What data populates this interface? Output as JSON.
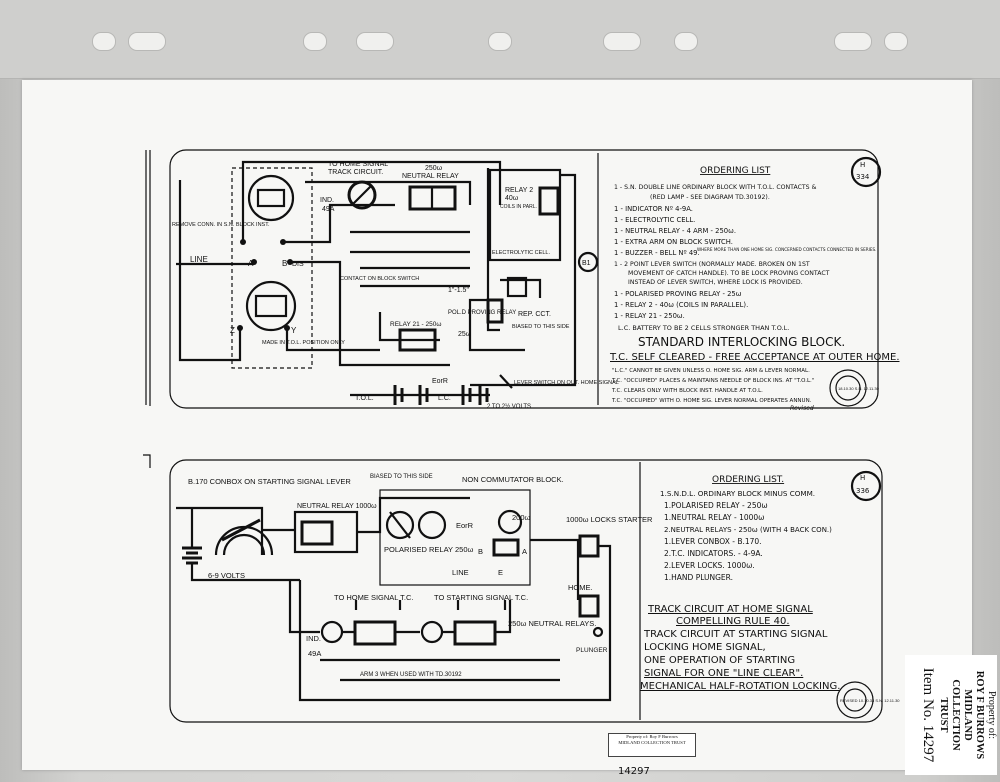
{
  "diagram1": {
    "sheet_no_prefix": "H",
    "sheet_no": "334",
    "ordering_title": "ORDERING LIST",
    "ordering_items": [
      "1 - S.N. DOUBLE LINE ORDINARY BLOCK WITH T.O.L. CONTACTS &",
      "(RED LAMP - SEE DIAGRAM TD.30192).",
      "1 - INDICATOR Nº 4-9A.",
      "1 - ELECTROLYTIC CELL.",
      "1 - NEUTRAL RELAY - 4 ARM - 250ω.",
      "1 - EXTRA ARM ON BLOCK SWITCH.",
      "1 - BUZZER - BELL Nº 49.",
      "1 - 2 POINT LEVER SWITCH (NORMALLY MADE. BROKEN ON 1ST",
      "MOVEMENT OF CATCH HANDLE). TO BE LOCK PROVING CONTACT",
      "INSTEAD OF LEVER SWITCH, WHERE LOCK IS PROVIDED.",
      "1 - POLARISED PROVING RELAY - 25ω",
      "1 - RELAY 2 - 40ω (COILS IN PARALLEL).",
      "1 - RELAY 21 - 250ω.",
      "L.C. BATTERY TO BE 2 CELLS STRONGER THAN T.O.L."
    ],
    "buzzer_note": "WHERE MORE THAN ONE HOME SIG. CONCERNED CONTACTS CONNECTED IN SERIES.",
    "main_title": "STANDARD INTERLOCKING BLOCK.",
    "subtitle": "T.C. SELF CLEARED - FREE ACCEPTANCE AT OUTER HOME.",
    "notes": [
      "\"L.C.\" CANNOT BE GIVEN UNLESS O. HOME SIG. ARM & LEVER NORMAL.",
      "T.C. \"OCCUPIED\" PLACES & MAINTAINS NEEDLE OF BLOCK INS. AT \"T.O.L.\"",
      "T.C. CLEARS ONLY WITH BLOCK INST. HANDLE AT T.O.L.",
      "T.C. \"OCCUPIED\" WITH O. HOME SIG. LEVER NORMAL OPERATES ANNUN."
    ],
    "revised": "Revised",
    "labels": {
      "to_home": "TO HOME SIGNAL",
      "track_circuit": "TRACK CIRCUIT.",
      "neutral_relay": "NEUTRAL RELAY",
      "neutral_ohms": "250ω",
      "relay2": "RELAY 2",
      "relay2_ohms": "40ω",
      "coils": "COILS IN PARL.",
      "electrolytic": "ELECTROLYTIC CELL.",
      "remove_conn": "REMOVE CONN. IN S.N. BLOCK INST.",
      "line": "LINE",
      "a": "A",
      "b": "B",
      "dis": "DIS",
      "ind": "IND.",
      "ind_no": "49A",
      "contact": "CONTACT ON BLOCK SWITCH",
      "volts": "1\"-1.5\"",
      "pol_proving": "POL.D PROVING RELAY",
      "pol_ohms": "25ω",
      "rep_cct": "REP. CCT.",
      "biased": "BIASED TO THIS SIDE",
      "relay21": "RELAY 21 - 250ω",
      "made_in": "MADE IN T.O.L. POSITION ONLY",
      "z": "Z",
      "y": "Y",
      "b1": "B1",
      "eorr": "EorR",
      "lc": "L.C.",
      "tol": "T.O.L.",
      "lever_switch": "LEVER SWITCH ON OUT. HOME SIGNAL",
      "volts2": "2 TO 2½ VOLTS",
      "stamp": "18.10.30 S.N. 12.11.30"
    }
  },
  "diagram2": {
    "sheet_no_prefix": "H",
    "sheet_no": "336",
    "ordering_title": "ORDERING LIST.",
    "ordering_items": [
      "1.S.N.D.L. ORDINARY BLOCK MINUS COMM.",
      "1.POLARISED RELAY - 250ω",
      "1.NEUTRAL RELAY - 1000ω",
      "2.NEUTRAL RELAYS - 250ω (WITH 4 BACK CON.)",
      "1.LEVER CONBOX - B.170.",
      "2.T.C. INDICATORS. - 4-9A.",
      "2.LEVER LOCKS. 1000ω.",
      "1.HAND PLUNGER."
    ],
    "title_lines": [
      "TRACK CIRCUIT AT HOME SIGNAL",
      "COMPELLING RULE 40.",
      "TRACK CIRCUIT AT STARTING SIGNAL",
      "LOCKING HOME SIGNAL,",
      "ONE OPERATION OF STARTING",
      "SIGNAL FOR ONE \"LINE CLEAR\".",
      "MECHANICAL HALF-ROTATION LOCKING."
    ],
    "labels": {
      "conbox": "B.170 CONBOX ON STARTING SIGNAL LEVER",
      "volts": "6-9 VOLTS",
      "neutral_relay": "NEUTRAL RELAY 1000ω",
      "biased": "BIASED TO THIS SIDE",
      "non_comm": "NON COMMUTATOR BLOCK.",
      "eorr": "EorR",
      "ohms200": "200ω",
      "polarised": "POLARISED RELAY 250ω",
      "b": "B",
      "a": "A",
      "line": "LINE",
      "e": "E",
      "locks": "1000ω LOCKS STARTER",
      "home": "HOME.",
      "plunger": "PLUNGER",
      "to_home_tc": "TO HOME SIGNAL T.C.",
      "to_start_tc": "TO STARTING SIGNAL T.C.",
      "neutral_relays": "250ω NEUTRAL RELAYS.",
      "ind": "IND.",
      "ind_no": "49A",
      "arm3": "ARM 3 WHEN USED WITH TD.30192",
      "stamp": "REVISED 10.10.33 S.N. 12.11.30"
    }
  },
  "footer": {
    "stamp_lines": [
      "Property of: Roy F Burrows",
      "MIDLAND COLLECTION TRUST"
    ],
    "handwritten": "14297",
    "label_lines": [
      "Property of:",
      "ROY F BURROWS",
      "MIDLAND COLLECTION",
      "TRUST"
    ],
    "item_no": "Item No. 14297"
  }
}
